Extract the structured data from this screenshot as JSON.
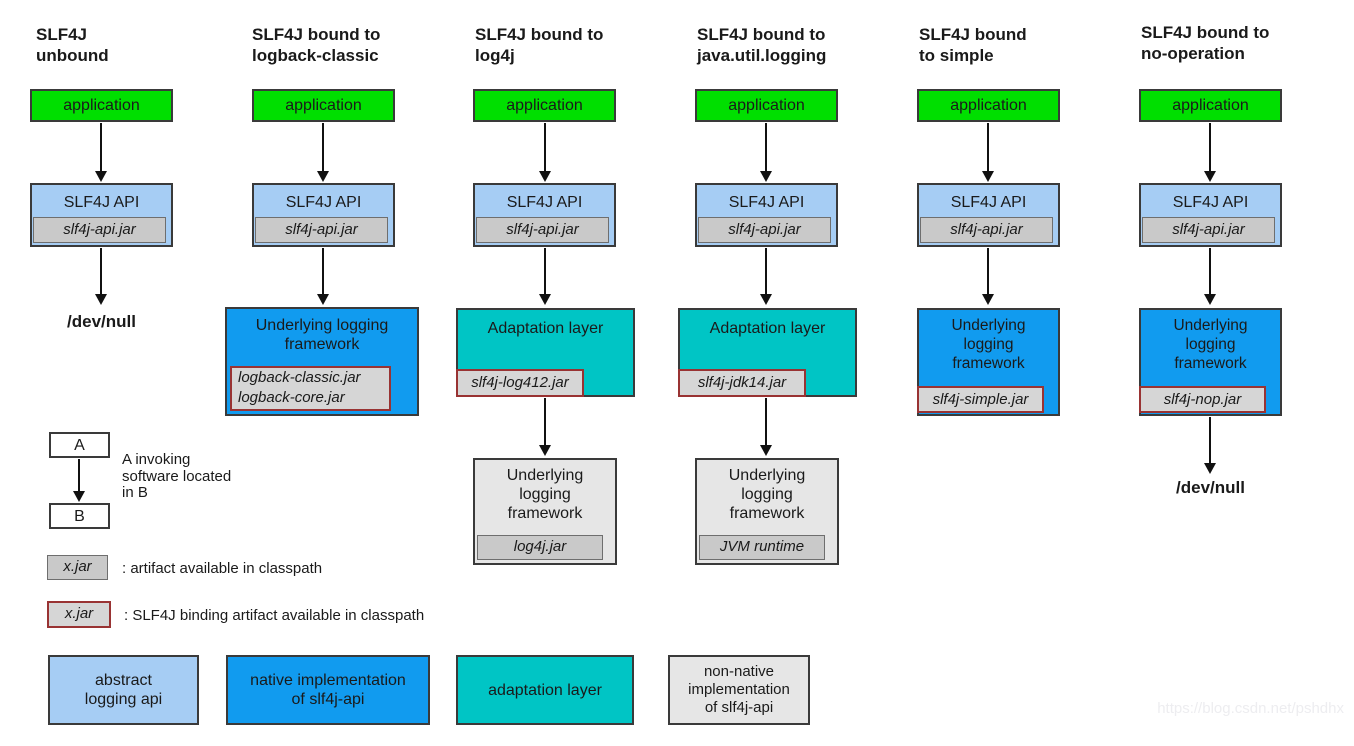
{
  "columns": [
    {
      "title": "SLF4J\nunbound",
      "app": "application",
      "api": "SLF4J API",
      "api_jar": "slf4j-api.jar",
      "terminal": "/dev/null"
    },
    {
      "title": "SLF4J bound to\nlogback-classic",
      "app": "application",
      "api": "SLF4J API",
      "api_jar": "slf4j-api.jar",
      "impl_title": "Underlying logging\nframework",
      "impl_jars": "logback-classic.jar\nlogback-core.jar"
    },
    {
      "title": "SLF4J bound to\nlog4j",
      "app": "application",
      "api": "SLF4J API",
      "api_jar": "slf4j-api.jar",
      "adaptation_title": "Adaptation layer",
      "adaptation_jar": "slf4j-log412.jar",
      "underlying_title": "Underlying\nlogging\nframework",
      "underlying_jar": "log4j.jar"
    },
    {
      "title": "SLF4J bound to\njava.util.logging",
      "app": "application",
      "api": "SLF4J API",
      "api_jar": "slf4j-api.jar",
      "adaptation_title": "Adaptation layer",
      "adaptation_jar": "slf4j-jdk14.jar",
      "underlying_title": "Underlying\nlogging\nframework",
      "underlying_jar": "JVM runtime"
    },
    {
      "title": "SLF4J bound\nto simple",
      "app": "application",
      "api": "SLF4J API",
      "api_jar": "slf4j-api.jar",
      "impl_title": "Underlying\nlogging\nframework",
      "impl_jar": "slf4j-simple.jar"
    },
    {
      "title": "SLF4J bound to\nno-operation",
      "app": "application",
      "api": "SLF4J API",
      "api_jar": "slf4j-api.jar",
      "impl_title": "Underlying\nlogging\nframework",
      "impl_jar": "slf4j-nop.jar",
      "terminal": "/dev/null"
    }
  ],
  "legend": {
    "invoke_a": "A",
    "invoke_b": "B",
    "invoke_text": "A invoking\nsoftware located\nin B",
    "artifact_tag": "x.jar",
    "artifact_text": ": artifact available in classpath",
    "binding_tag": "x.jar",
    "binding_text": ": SLF4J binding artifact available in classpath",
    "categories": [
      {
        "label": "abstract\nlogging api"
      },
      {
        "label": "native implementation\nof slf4j-api"
      },
      {
        "label": "adaptation layer"
      },
      {
        "label": "non-native\nimplementation\nof slf4j-api"
      }
    ]
  },
  "colors": {
    "application": "#00df00",
    "abstract_api": "#a6cdf4",
    "native_impl": "#119bef",
    "adaptation": "#00c5c5",
    "non_native": "#e6e6e6",
    "binding_border": "#993333"
  },
  "watermark": "https://blog.csdn.net/pshdhx"
}
